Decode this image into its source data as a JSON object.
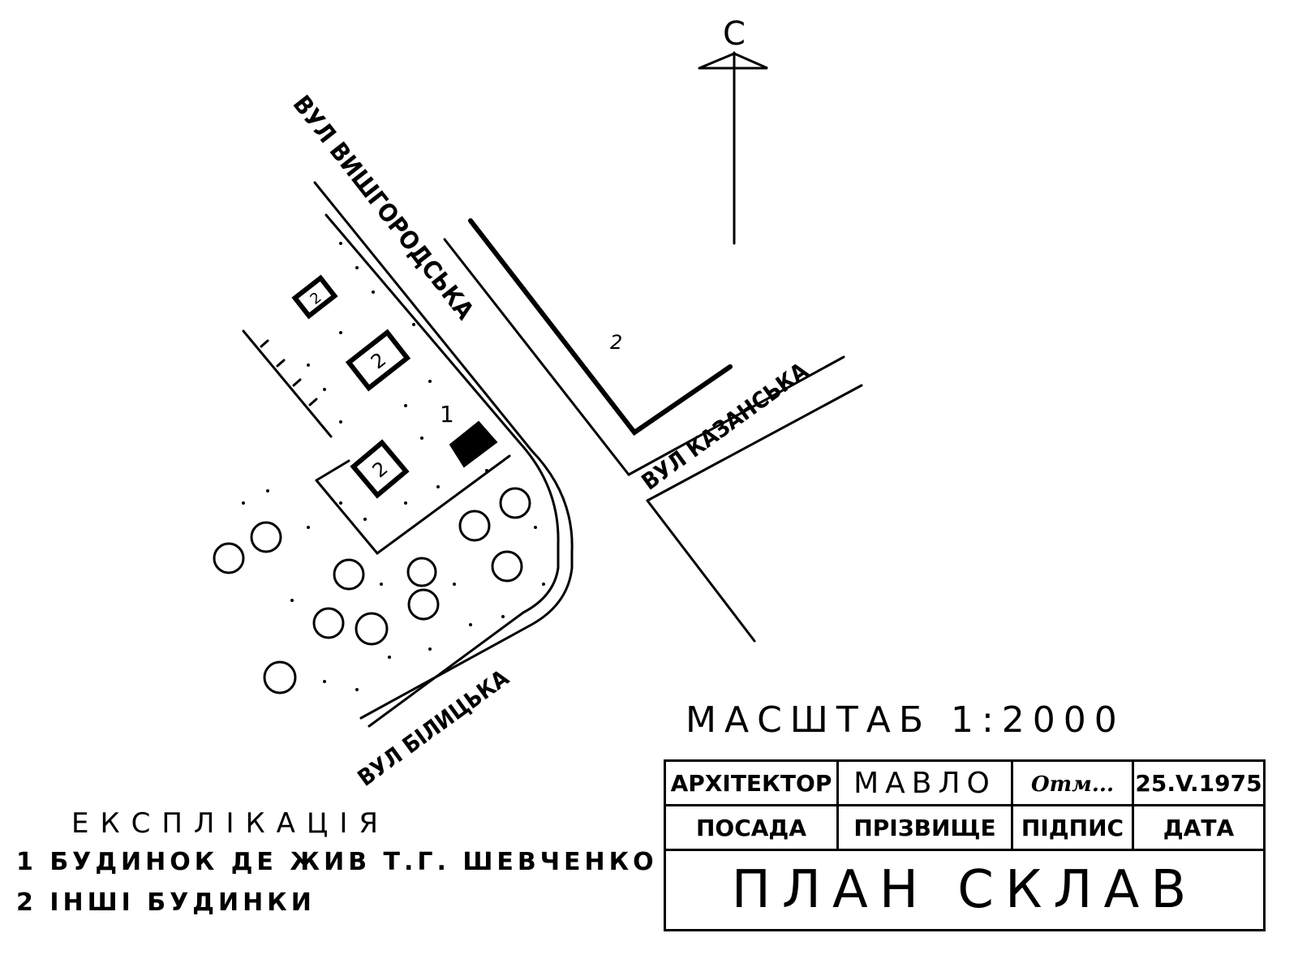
{
  "north_label": "С",
  "streets": {
    "vyshhorodska": "ВУЛ ВИШГОРОДСЬКА",
    "kazanska": "ВУЛ КАЗАНСЬКА",
    "bilytska": "ВУЛ БІЛИЦЬКА"
  },
  "map_markers": {
    "house_main": "1",
    "other": "2"
  },
  "legend": {
    "title": "ЕКСПЛІКАЦІЯ",
    "items": [
      "1 БУДИНОК ДЕ ЖИВ Т.Г. ШЕВЧЕНКО",
      "2 ІНШІ БУДИНКИ"
    ]
  },
  "scale": "МАСШТАБ 1:2000",
  "title_block": {
    "position": "АРХІТЕКТОР",
    "surname": "МАВЛО",
    "signature": "Отм...",
    "date": "25.V.1975",
    "position_label": "ПОСАДА",
    "surname_label": "ПРІЗВИЩЕ",
    "signature_label": "ПІДПИС",
    "date_label": "ДАТА",
    "title": "ПЛАН СКЛАВ"
  }
}
